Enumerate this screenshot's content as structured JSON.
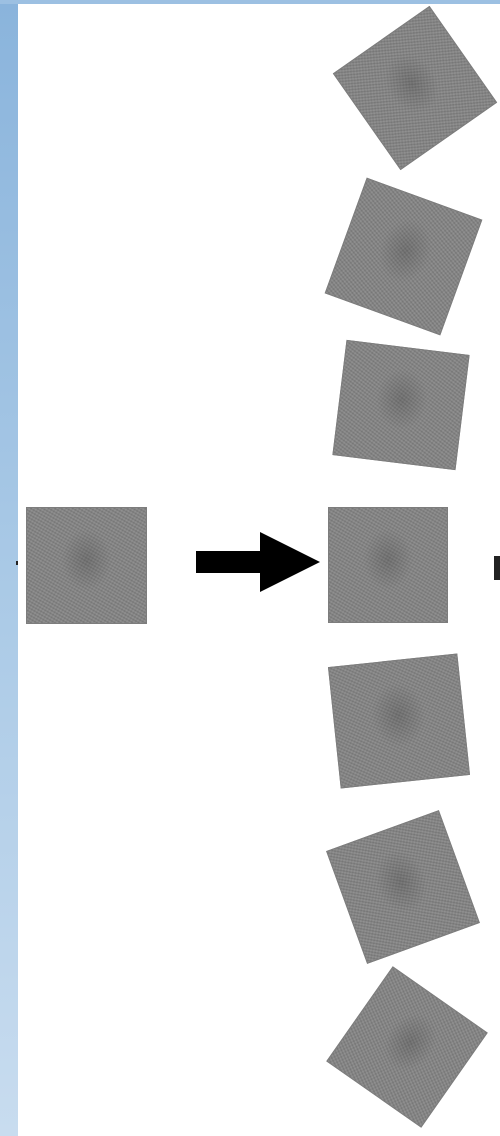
{
  "figure": {
    "input_tile": "fingerprint-patch",
    "arrow": "right-arrow",
    "output_tiles": [
      {
        "name": "rotated-patch-1",
        "rotation_deg": -35
      },
      {
        "name": "rotated-patch-2",
        "rotation_deg": 20
      },
      {
        "name": "rotated-patch-3",
        "rotation_deg": 7
      },
      {
        "name": "rotated-patch-4",
        "rotation_deg": 0
      },
      {
        "name": "rotated-patch-5",
        "rotation_deg": -6
      },
      {
        "name": "rotated-patch-6",
        "rotation_deg": -20
      },
      {
        "name": "rotated-patch-7",
        "rotation_deg": 35
      }
    ]
  }
}
